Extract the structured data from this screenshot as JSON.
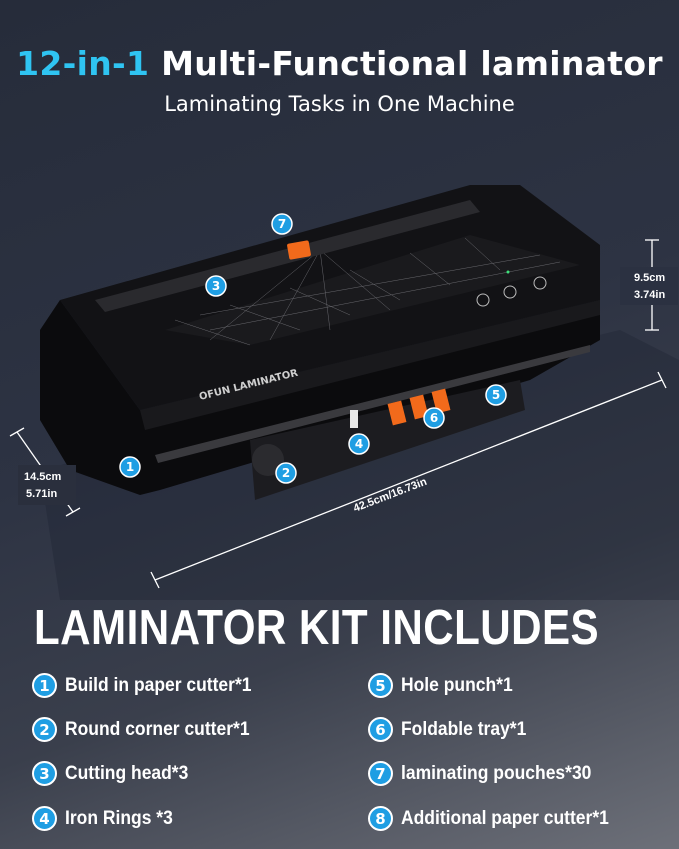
{
  "header": {
    "title_accent": "12-in-1",
    "title_rest": "Multi-Functional laminator",
    "subtitle": "Laminating Tasks in One Machine"
  },
  "product": {
    "brand_logo": "OFUN LAMINATOR",
    "callouts": [
      "1",
      "2",
      "3",
      "4",
      "5",
      "6",
      "7"
    ],
    "dimensions": {
      "height_cm": "9.5cm",
      "height_in": "3.74in",
      "depth_cm": "14.5cm",
      "depth_in": "5.71in",
      "width": "42.5cm/16.73in"
    }
  },
  "kit": {
    "heading": "LAMINATOR KIT INCLUDES",
    "items": [
      {
        "num": "1",
        "label": "Build in paper cutter*1"
      },
      {
        "num": "2",
        "label": "Round corner cutter*1"
      },
      {
        "num": "3",
        "label": "Cutting head*3"
      },
      {
        "num": "4",
        "label": "Iron Rings *3"
      },
      {
        "num": "5",
        "label": "Hole punch*1"
      },
      {
        "num": "6",
        "label": "Foldable tray*1"
      },
      {
        "num": "7",
        "label": "laminating pouches*30"
      },
      {
        "num": "8",
        "label": "Additional paper cutter*1"
      }
    ]
  },
  "colors": {
    "accent": "#2fc4f2",
    "callout": "#1f9ee3",
    "cutter_slider": "#f26a1b",
    "body": "#0d0d0f"
  }
}
